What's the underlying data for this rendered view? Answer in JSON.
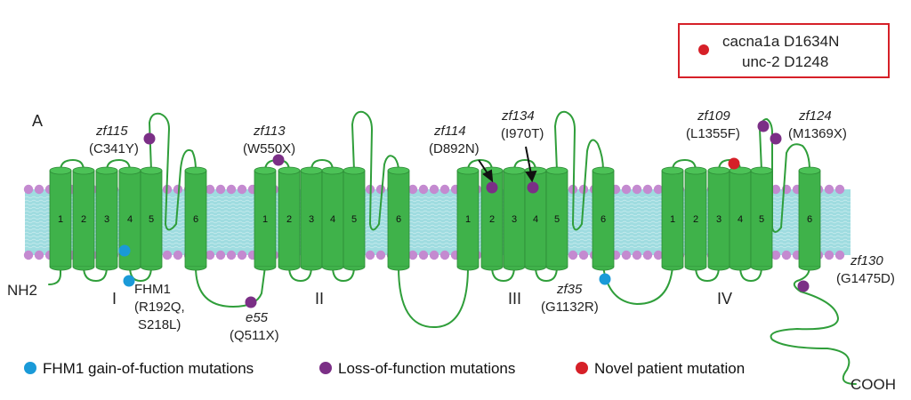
{
  "panel_label": "A",
  "terminals": {
    "n": "NH2",
    "c": "COOH"
  },
  "domains": [
    "I",
    "II",
    "III",
    "IV"
  ],
  "segments": [
    "1",
    "2",
    "3",
    "4",
    "5",
    "6"
  ],
  "inset": {
    "line1": "cacna1a D1634N",
    "line2": "unc-2 D1248"
  },
  "mutations": {
    "zf115": {
      "name": "zf115",
      "change": "(C341Y)"
    },
    "zf113": {
      "name": "zf113",
      "change": "(W550X)"
    },
    "e55": {
      "name": "e55",
      "change": "(Q511X)"
    },
    "zf114": {
      "name": "zf114",
      "change": "(D892N)"
    },
    "zf134": {
      "name": "zf134",
      "change": "(I970T)"
    },
    "zf35": {
      "name": "zf35",
      "change": "(G1132R)"
    },
    "zf109": {
      "name": "zf109",
      "change": "(L1355F)"
    },
    "zf124": {
      "name": "zf124",
      "change": "(M1369X)"
    },
    "zf130": {
      "name": "zf130",
      "change": "(G1475D)"
    },
    "fhm1": {
      "name": "FHM1",
      "line2": "(R192Q,",
      "line3": "S218L)"
    }
  },
  "legend": {
    "gof": "FHM1 gain-of-fuction mutations",
    "lof": "Loss-of-function mutations",
    "novel": "Novel patient mutation"
  },
  "colors": {
    "helix": "#3fb24a",
    "helix_edge": "#2c8a35",
    "loop": "#2f9e3a",
    "membrane": "#9fdce0",
    "head": "#c48ad0",
    "gof": "#1a9ad8",
    "lof": "#7b2f86",
    "novel": "#d62028",
    "inset_border": "#d62028"
  }
}
